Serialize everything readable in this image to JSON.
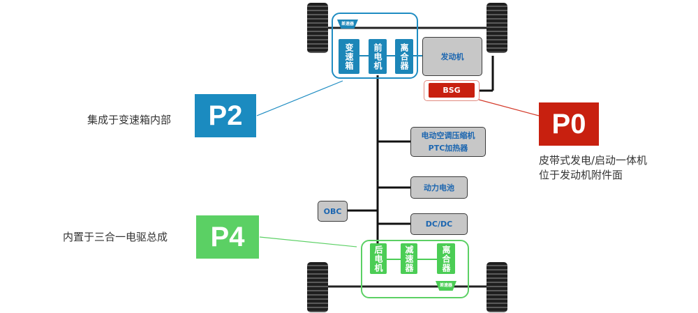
{
  "front_assembly": {
    "differential": "差速器",
    "transmission": "变速箱",
    "front_motor": "前电机",
    "clutch": "离合器"
  },
  "engine": "发动机",
  "bsg": "BSG",
  "components": {
    "ac_compressor": "电动空调压缩机",
    "ptc_heater": "PTC加热器",
    "battery": "动力电池",
    "obc": "OBC",
    "dcdc": "DC/DC"
  },
  "rear_assembly": {
    "rear_motor": "后电机",
    "reducer": "减速器",
    "clutch": "离合器",
    "differential": "差速器"
  },
  "labels": {
    "p2": {
      "tag": "P2",
      "caption": "集成于变速箱内部"
    },
    "p0": {
      "tag": "P0",
      "caption_line1": "皮带式发电/启动一体机",
      "caption_line2": "位于发动机附件面"
    },
    "p4": {
      "tag": "P4",
      "caption": "内置于三合一电驱总成"
    }
  },
  "colors": {
    "p2": "#1b8bc0",
    "p0": "#c8200f",
    "p4": "#5bd064"
  }
}
